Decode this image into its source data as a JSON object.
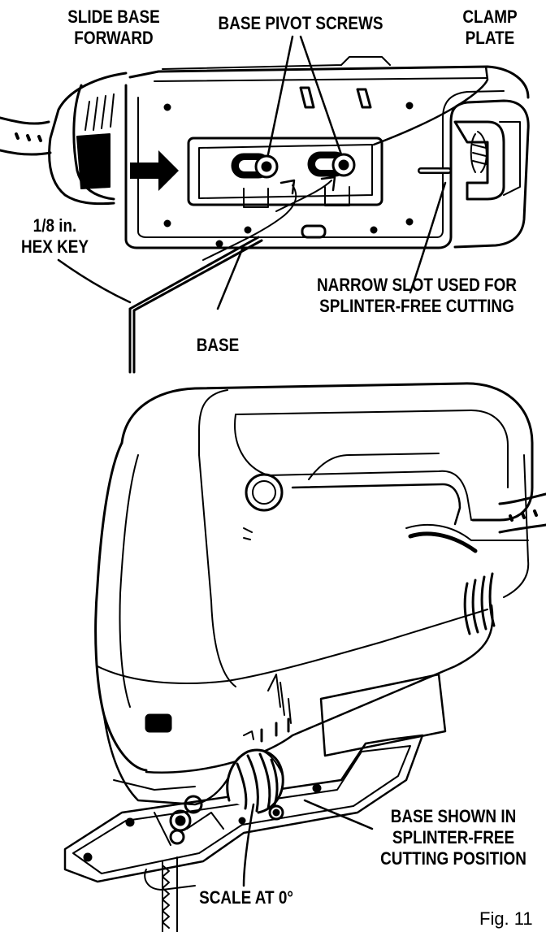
{
  "labels": {
    "slide_base_forward": [
      "SLIDE BASE",
      "FORWARD"
    ],
    "base_pivot_screws": "BASE PIVOT SCREWS",
    "clamp_plate": [
      "CLAMP",
      "PLATE"
    ],
    "hex_key": [
      "1/8  in.",
      "HEX KEY"
    ],
    "narrow_slot": [
      "NARROW SLOT USED FOR",
      "SPLINTER-FREE CUTTING"
    ],
    "base": "BASE",
    "base_shown": [
      "BASE SHOWN IN",
      "SPLINTER-FREE",
      "CUTTING POSITION"
    ],
    "scale": "SCALE AT 0°",
    "figure_number": "Fig. 11"
  }
}
